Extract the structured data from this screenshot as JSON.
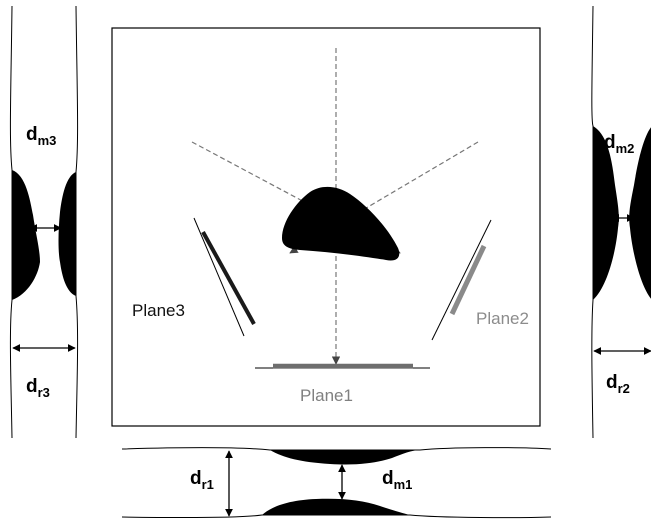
{
  "labels": {
    "plane1": "Plane1",
    "plane2": "Plane2",
    "plane3": "Plane3",
    "dm3_main": "d",
    "dm3_sub": "m3",
    "dr3_main": "d",
    "dr3_sub": "r3",
    "dm2_main": "d",
    "dm2_sub": "m2",
    "dr2_main": "d",
    "dr2_sub": "r2",
    "dr1_main": "d",
    "dr1_sub": "r1",
    "dm1_main": "d",
    "dm1_sub": "m1"
  },
  "colors": {
    "plane1_label": "#808080",
    "plane2_label": "#8c8c8c",
    "plane3_label": "#111111",
    "dark_plate": "#222222",
    "gray_plate": "#7a7a7a",
    "dash": "#777777",
    "fill": "#000000"
  }
}
